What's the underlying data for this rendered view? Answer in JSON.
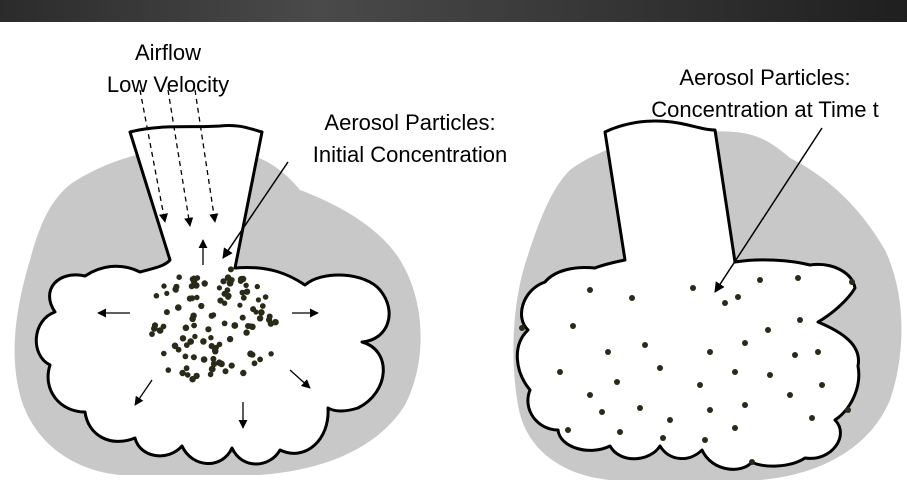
{
  "left_panel": {
    "airflow_label_line1": "Airflow",
    "airflow_label_line2": "Low Velocity",
    "particles_label_line1": "Aerosol Particles:",
    "particles_label_line2": "Initial Concentration"
  },
  "right_panel": {
    "particles_label_line1": "Aerosol Particles:",
    "particles_label_line2": "Concentration at Time t"
  },
  "colors": {
    "tissue_gray": "#c8c8c8",
    "particle": "#2a2a18",
    "outline": "#000000",
    "top_band": "#2b2b2b"
  }
}
